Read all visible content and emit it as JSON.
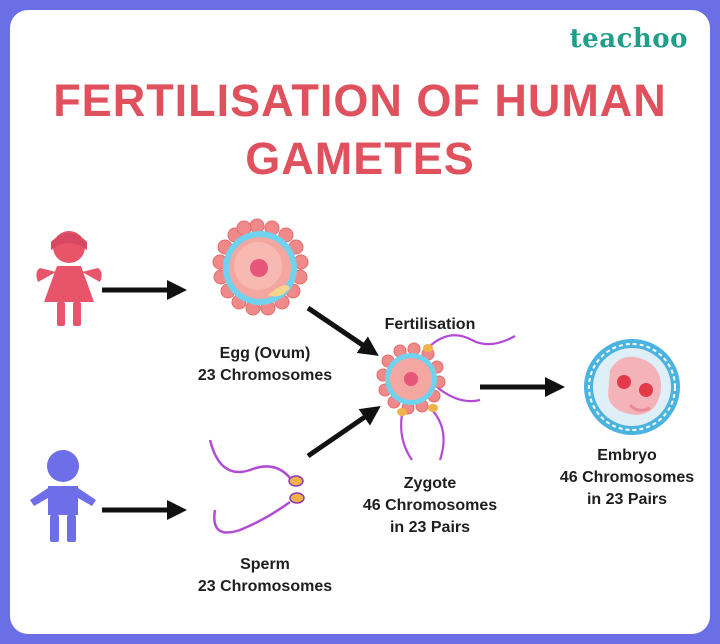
{
  "brand": {
    "logo": "teachoo"
  },
  "title": {
    "line1": "FERTILISATION OF HUMAN",
    "line2": "GAMETES"
  },
  "egg": {
    "name": "Egg (Ovum)",
    "count": "23 Chromosomes"
  },
  "sperm": {
    "name": "Sperm",
    "count": "23 Chromosomes"
  },
  "fertilisation": {
    "label": "Fertilisation"
  },
  "zygote": {
    "name": "Zygote",
    "count": "46 Chromosomes",
    "pairs": "in 23 Pairs"
  },
  "embryo": {
    "name": "Embryo",
    "count": "46 Chromosomes",
    "pairs": "in 23 Pairs"
  },
  "colors": {
    "background": "#6b6fe6",
    "title": "#e0515e",
    "female": "#e8556a",
    "male": "#6e6ee8",
    "logo": "#1f9e8a"
  }
}
